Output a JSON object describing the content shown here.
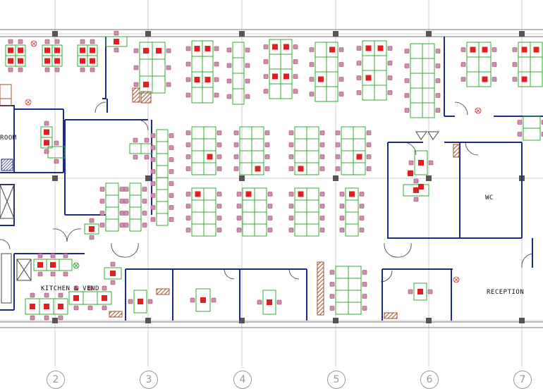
{
  "rooms": {
    "kitchen": "KITCHEN & VEND",
    "reception": "RECEPTION",
    "wc": "WC",
    "room_partial": "ROOM"
  },
  "grid_axes": [
    "2",
    "3",
    "4",
    "5",
    "6",
    "7"
  ],
  "colors": {
    "wall": "#1e2a8a",
    "desk": "#33aa33",
    "chair": "#b03a6a",
    "monitor": "#e02020",
    "gridline": "#cfcfcf",
    "hatch": "#a0522d",
    "column": "#555555"
  }
}
